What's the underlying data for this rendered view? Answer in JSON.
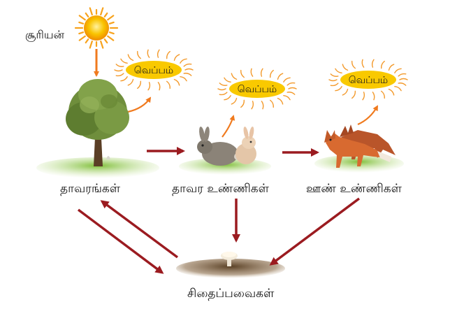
{
  "sun_label": "சூரியன்",
  "heat_label": "வெப்பம்",
  "nodes": {
    "plants": "தாவரங்கள்",
    "herbivores": "தாவர உண்ணிகள்",
    "carnivores": "ஊண் உண்ணிகள்",
    "decomposers": "சிதைப்பவைகள்"
  },
  "colors": {
    "energy_arrow": "#f07a1e",
    "flow_arrow": "#9b1b20",
    "sun_core": "#f6b400",
    "sun_ray": "#f7a21c",
    "heat_fill": "#f9c900",
    "heat_ray": "#f39a2c"
  }
}
